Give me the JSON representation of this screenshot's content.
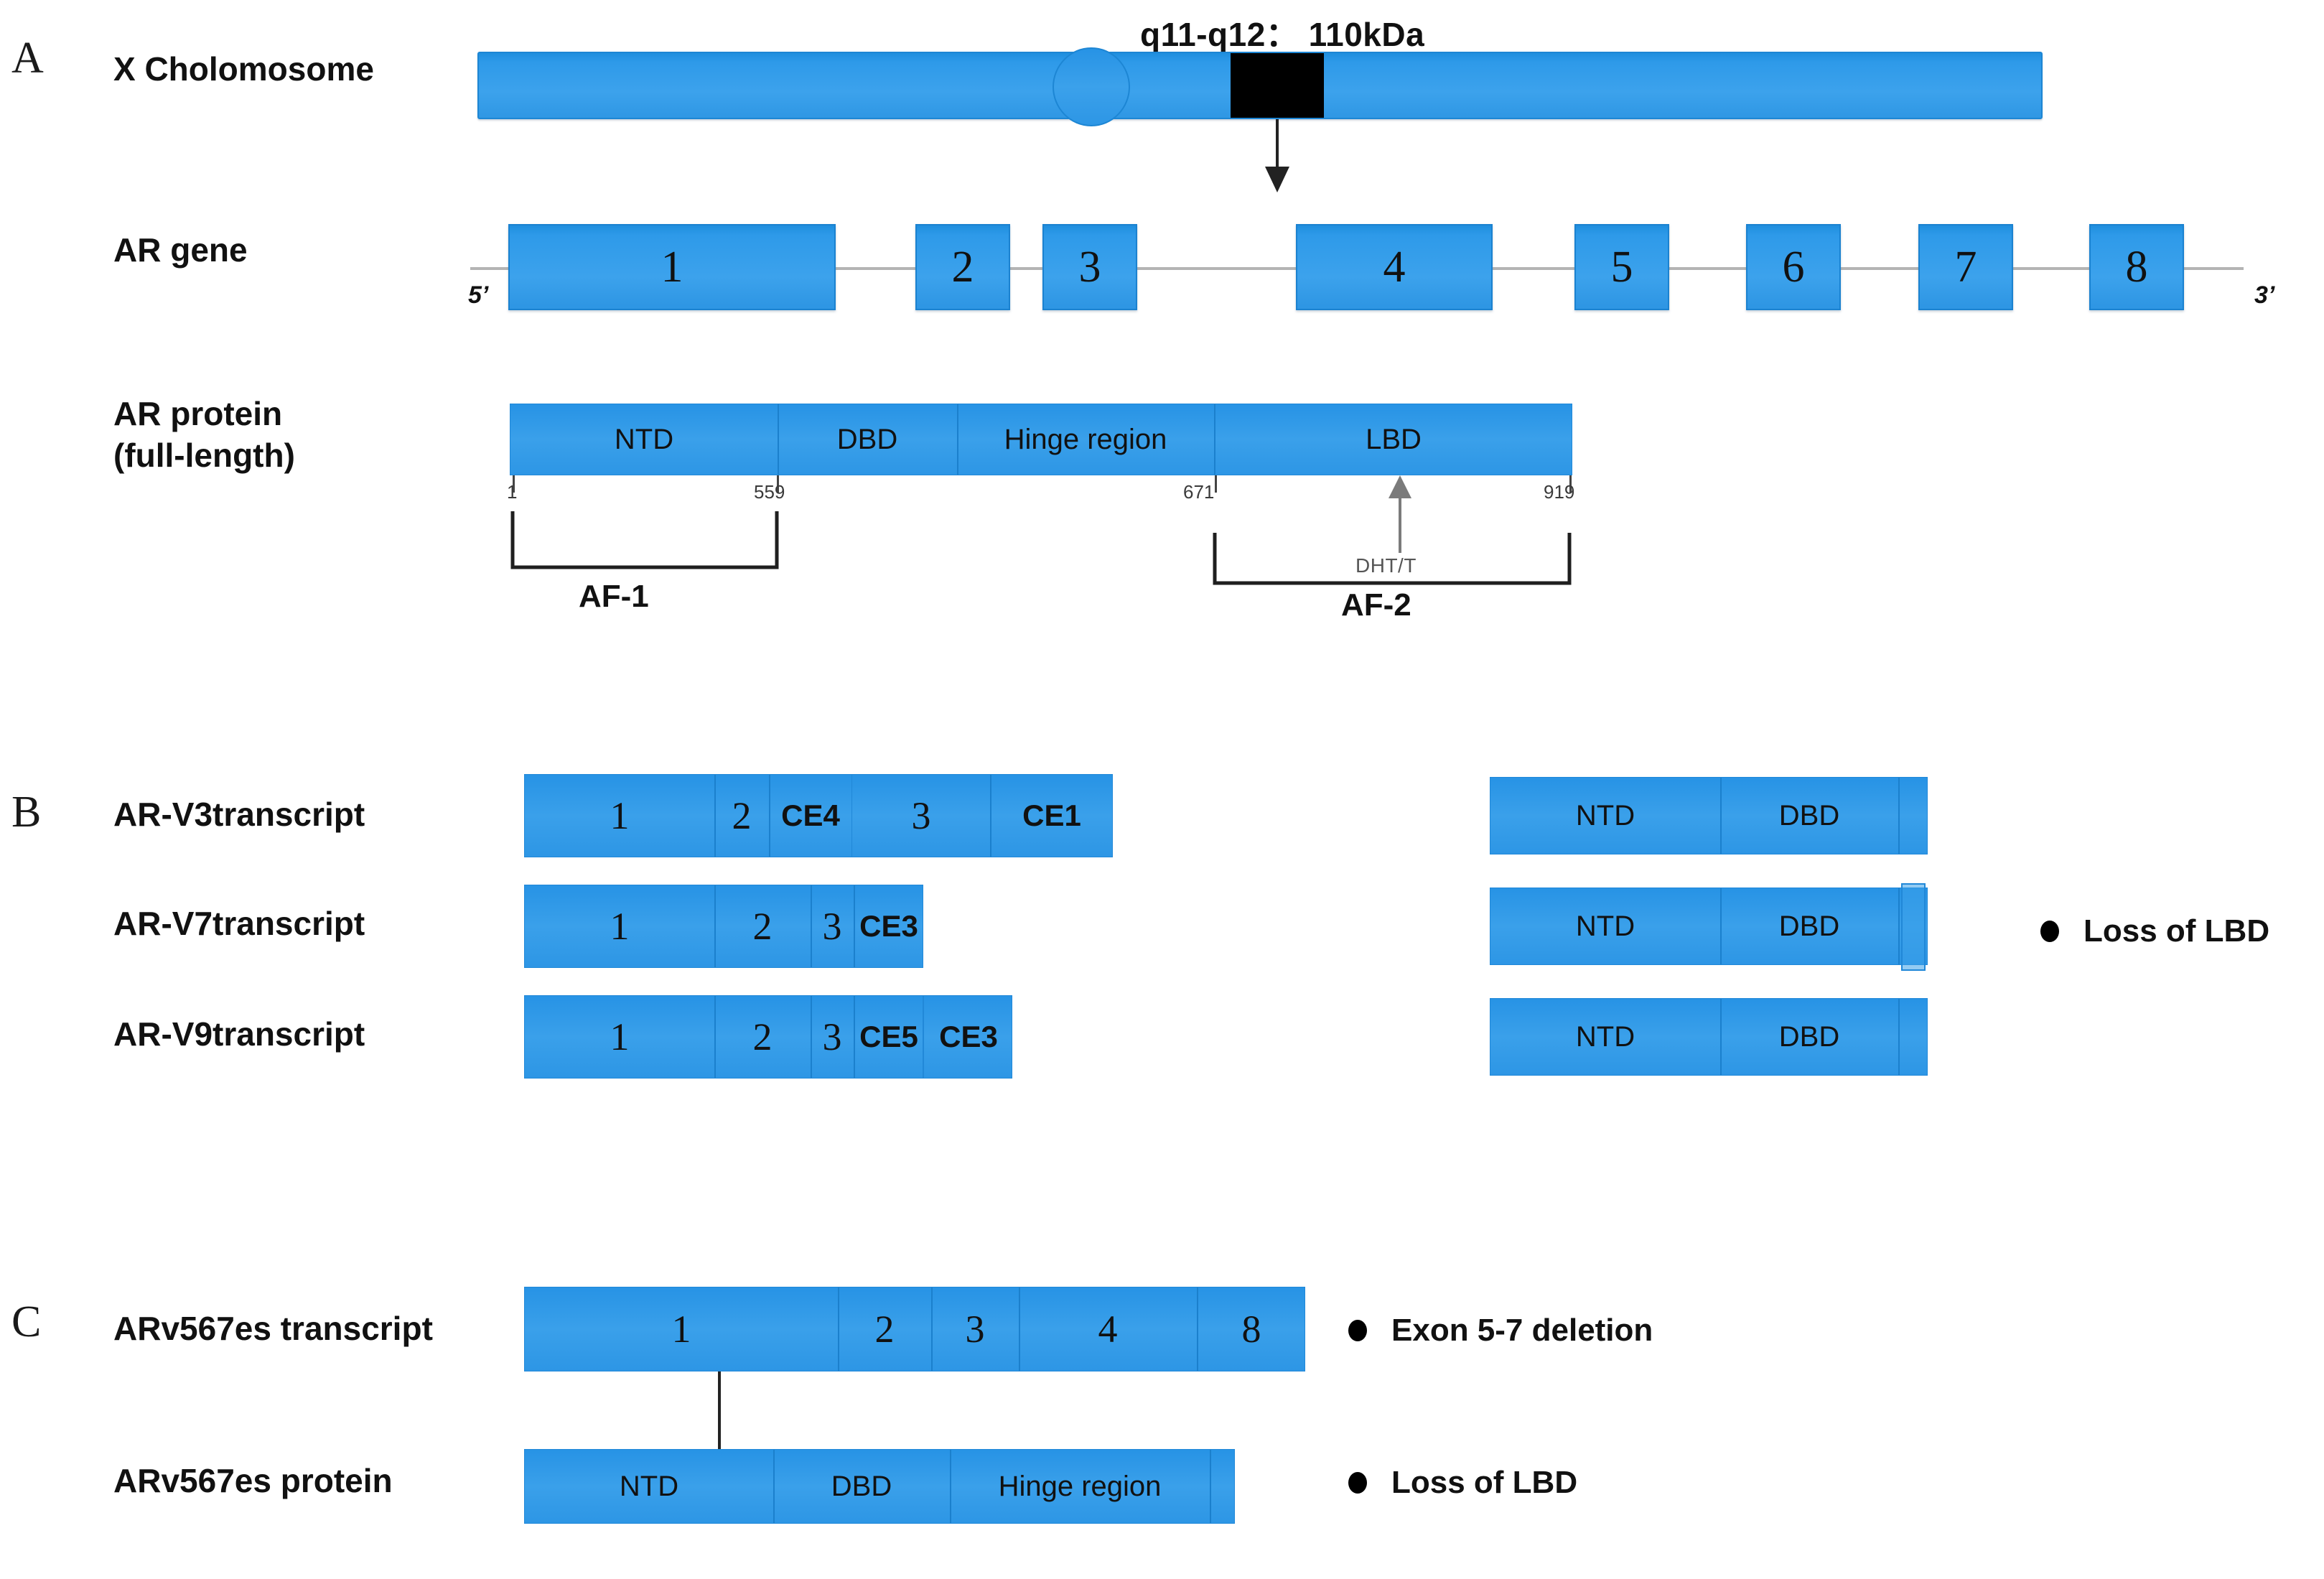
{
  "figure": {
    "type": "diagram",
    "subject": "Androgen receptor (AR) gene, full-length protein and splice variants",
    "accent_color": "#2e9ae9",
    "band_color": "#000000"
  },
  "panelA": {
    "letter": "A",
    "chromosome_label": "X Cholomosome",
    "locus_label": "q11-q12： 110kDa",
    "gene_label": "AR  gene",
    "protein_label": "AR  protein\n(full-length)",
    "five_prime": "5’",
    "three_prime": "3’",
    "exons": [
      "1",
      "2",
      "3",
      "4",
      "5",
      "6",
      "7",
      "8"
    ],
    "protein_domains": [
      "NTD",
      "DBD",
      "Hinge region",
      "LBD"
    ],
    "positions": [
      "1",
      "559",
      "671",
      "919"
    ],
    "brace_af1": "AF-1",
    "brace_af2": "AF-2",
    "ligand_label": "DHT/T"
  },
  "panelB": {
    "letter": "B",
    "note": "Loss of LBD",
    "rows": [
      {
        "label": "AR-V3transcript",
        "transcript_segments": [
          "1",
          "2",
          "CE4",
          "3",
          "CE1"
        ],
        "protein_segments": [
          "NTD",
          "DBD",
          ""
        ]
      },
      {
        "label": "AR-V7transcript",
        "transcript_segments": [
          "1",
          "2",
          "3",
          "CE3"
        ],
        "protein_segments": [
          "NTD",
          "DBD",
          ""
        ]
      },
      {
        "label": "AR-V9transcript",
        "transcript_segments": [
          "1",
          "2",
          "3",
          "CE5",
          "CE3"
        ],
        "protein_segments": [
          "NTD",
          "DBD",
          ""
        ]
      }
    ]
  },
  "panelC": {
    "letter": "C",
    "transcript_label": "ARv567es  transcript",
    "protein_label": "ARv567es protein",
    "transcript_segments": [
      "1",
      "2",
      "3",
      "4",
      "8"
    ],
    "protein_segments": [
      "NTD",
      "DBD",
      "Hinge region",
      ""
    ],
    "note_transcript": "Exon 5-7 deletion",
    "note_protein": "Loss of LBD"
  }
}
